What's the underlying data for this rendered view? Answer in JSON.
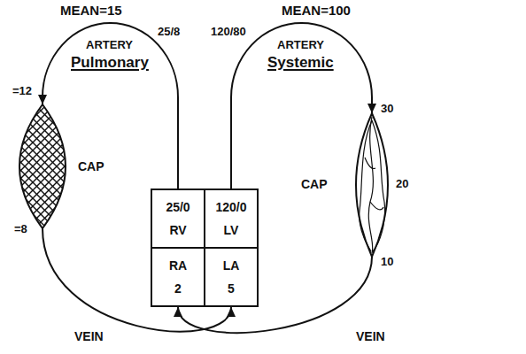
{
  "diagram": {
    "nodes": [
      {
        "text": [
          "CAP"
        ]
      },
      {
        "text": [
          "25/0",
          "RV"
        ]
      },
      {
        "text": [
          "120/0",
          "LV"
        ]
      },
      {
        "text": [
          "CAP"
        ]
      },
      {
        "text": [
          "RA",
          "2"
        ]
      },
      {
        "text": [
          "LA",
          "5"
        ]
      }
    ],
    "edges": [
      {
        "from": 1,
        "to": 0,
        "arrow": "to"
      },
      {
        "from": 0,
        "to": 5,
        "arrow": "to"
      },
      {
        "from": 2,
        "to": 3,
        "arrow": "to"
      },
      {
        "from": 3,
        "to": 4,
        "arrow": "to"
      }
    ],
    "labels": [
      "MEAN=15",
      "MEAN=100",
      "25/8",
      "120/80",
      "ARTERY",
      "Pulmonary",
      "ARTERY",
      "Systemic",
      "=12",
      "30",
      "20",
      "=8",
      "10",
      "VEIN",
      "VEIN"
    ]
  }
}
